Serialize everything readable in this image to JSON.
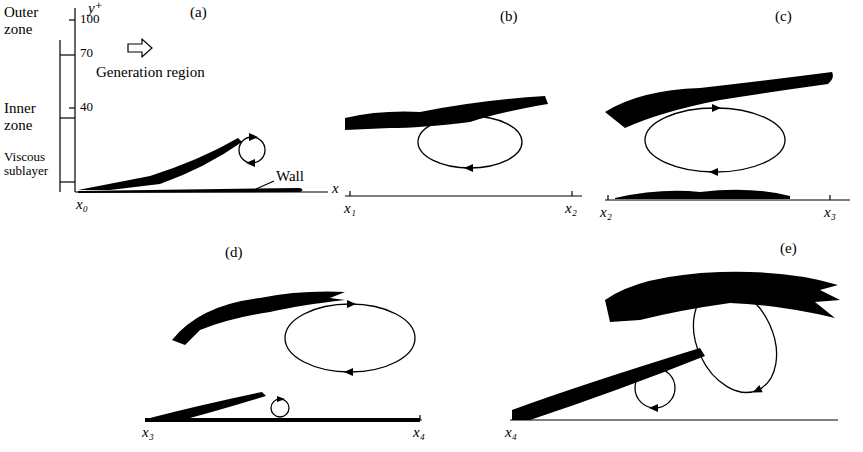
{
  "diagram": {
    "labels": [
      "Outer zone",
      "y⁺",
      "100",
      "70",
      "40",
      "Generation region",
      "(a)",
      "Inner zone",
      "Viscous sublayer",
      "Wall",
      "x",
      "x₀",
      "(b)",
      "x₁",
      "x₂",
      "(c)",
      "x₂",
      "x₃",
      "(d)",
      "x₃",
      "x₄",
      "(e)",
      "x₄"
    ]
  }
}
